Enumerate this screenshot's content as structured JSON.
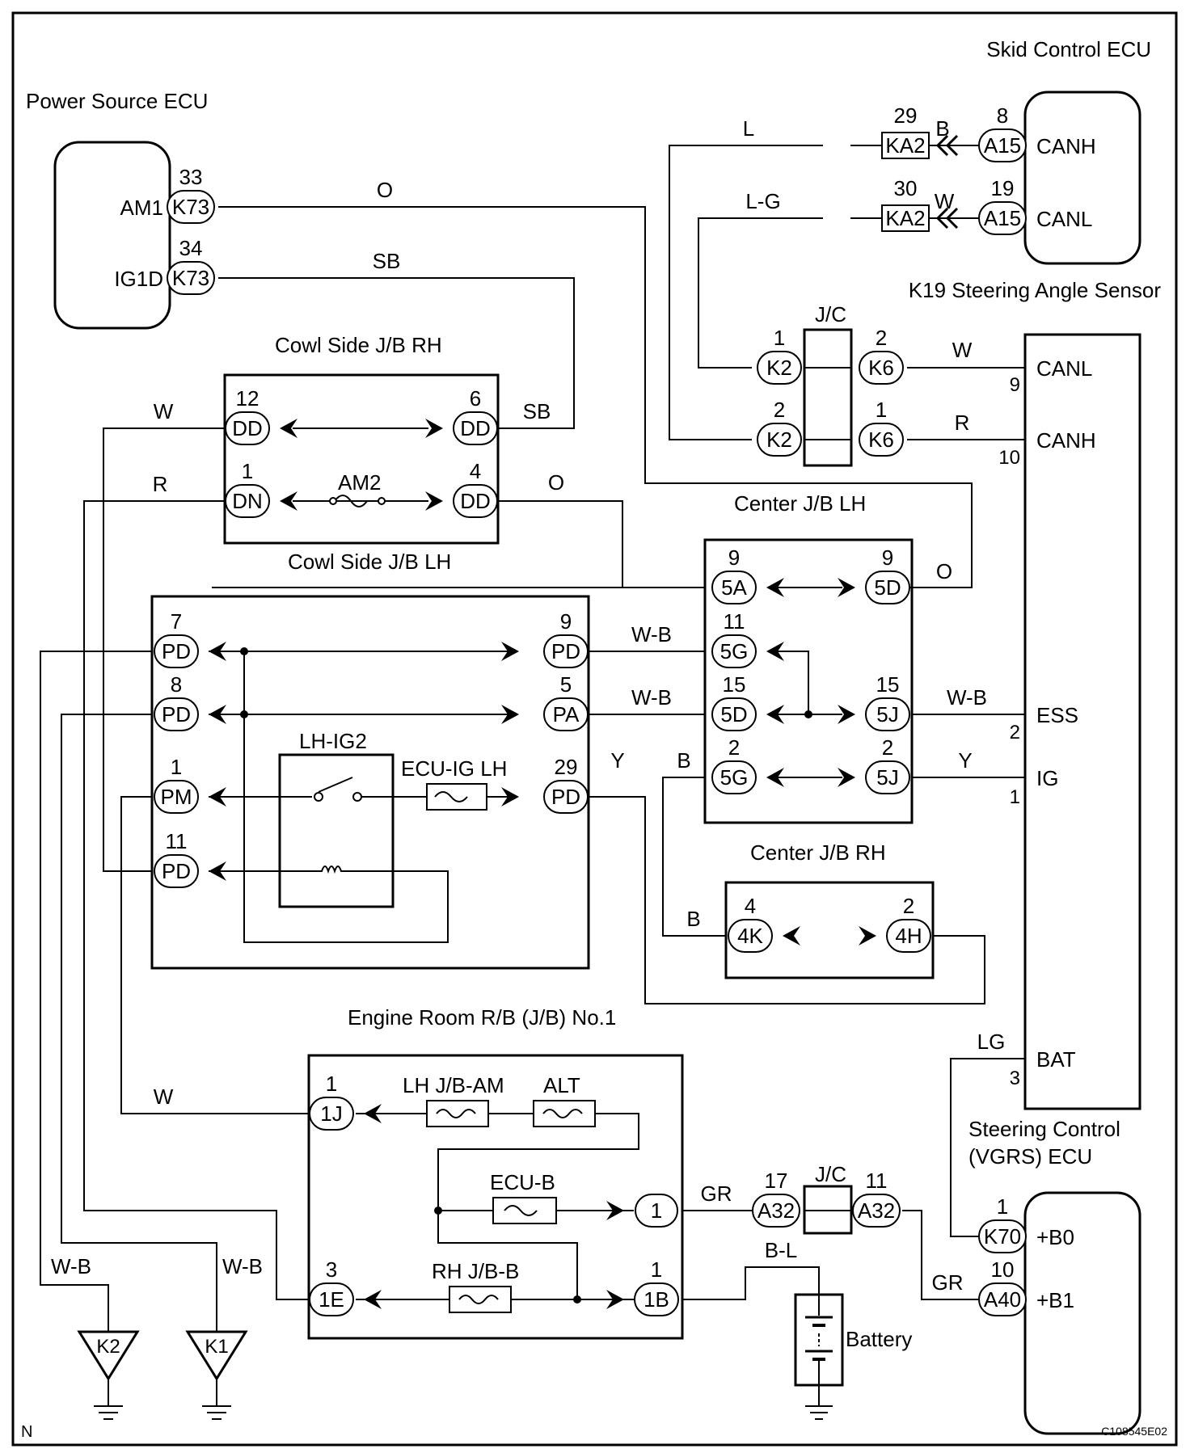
{
  "components": {
    "power_source_ecu": {
      "name": "Power Source ECU",
      "pins": {
        "am1": "AM1",
        "ig1d": "IG1D"
      }
    },
    "skid_control_ecu": {
      "name": "Skid Control ECU",
      "pins": {
        "canh": "CANH",
        "canl": "CANL"
      }
    },
    "steering_angle_sensor": {
      "name": "K19 Steering Angle Sensor"
    },
    "steering_control_ecu": {
      "name1": "Steering Control",
      "name2": "(VGRS) ECU",
      "pins": {
        "canl": "CANL",
        "canh": "CANH",
        "ess": "ESS",
        "ig": "IG",
        "bat": "BAT",
        "b0": "+B0",
        "b1": "+B1"
      },
      "pin_numbers": {
        "canl": "9",
        "canh": "10",
        "ess": "2",
        "ig": "1",
        "bat": "3"
      }
    },
    "cowl_rh": {
      "name": "Cowl Side J/B RH"
    },
    "cowl_lh": {
      "name": "Cowl Side J/B LH"
    },
    "center_lh": {
      "name": "Center J/B LH"
    },
    "center_rh": {
      "name": "Center J/B RH"
    },
    "engine_room_rb": {
      "name": "Engine Room R/B (J/B) No.1"
    },
    "jc": {
      "name": "J/C"
    },
    "battery": {
      "name": "Battery"
    }
  },
  "relays": {
    "lh_ig2": "LH-IG2"
  },
  "fuses": {
    "am2": "AM2",
    "ecu_ig_lh": "ECU-IG LH",
    "lh_jb_am": "LH J/B-AM",
    "alt": "ALT",
    "ecu_b": "ECU-B",
    "rh_jb_b": "RH J/B-B"
  },
  "connectors": [
    {
      "code": "K73",
      "pin": "33"
    },
    {
      "code": "K73",
      "pin": "34"
    },
    {
      "code": "KA2",
      "pin": "29"
    },
    {
      "code": "KA2",
      "pin": "30"
    },
    {
      "code": "A15",
      "pin": "8"
    },
    {
      "code": "A15",
      "pin": "19"
    },
    {
      "code": "K2",
      "pin": "1"
    },
    {
      "code": "K6",
      "pin": "2"
    },
    {
      "code": "K2",
      "pin": "2"
    },
    {
      "code": "K6",
      "pin": "1"
    },
    {
      "code": "DD",
      "pin": "12"
    },
    {
      "code": "DD",
      "pin": "6"
    },
    {
      "code": "DN",
      "pin": "1"
    },
    {
      "code": "DD",
      "pin": "4"
    },
    {
      "code": "5A",
      "pin": "9"
    },
    {
      "code": "5D",
      "pin": "9"
    },
    {
      "code": "5G",
      "pin": "11"
    },
    {
      "code": "5D",
      "pin": "15"
    },
    {
      "code": "5J",
      "pin": "15"
    },
    {
      "code": "5G",
      "pin": "2"
    },
    {
      "code": "5J",
      "pin": "2"
    },
    {
      "code": "4K",
      "pin": "4"
    },
    {
      "code": "4H",
      "pin": "2"
    },
    {
      "code": "PD",
      "pin": "7"
    },
    {
      "code": "PD",
      "pin": "8"
    },
    {
      "code": "PM",
      "pin": "1"
    },
    {
      "code": "PD",
      "pin": "11"
    },
    {
      "code": "PD",
      "pin": "9"
    },
    {
      "code": "PA",
      "pin": "5"
    },
    {
      "code": "PD",
      "pin": "29"
    },
    {
      "code": "1J",
      "pin": "1"
    },
    {
      "code": "1E",
      "pin": "3"
    },
    {
      "code": "1",
      "pin": ""
    },
    {
      "code": "1B",
      "pin": "1"
    },
    {
      "code": "A32",
      "pin": "17"
    },
    {
      "code": "A32",
      "pin": "11"
    },
    {
      "code": "K70",
      "pin": "1"
    },
    {
      "code": "A40",
      "pin": "10"
    }
  ],
  "wire_colors": [
    {
      "label": "O"
    },
    {
      "label": "SB"
    },
    {
      "label": "L"
    },
    {
      "label": "B"
    },
    {
      "label": "L-G"
    },
    {
      "label": "W"
    },
    {
      "label": "W"
    },
    {
      "label": "R"
    },
    {
      "label": "W"
    },
    {
      "label": "SB"
    },
    {
      "label": "R"
    },
    {
      "label": "O"
    },
    {
      "label": "O"
    },
    {
      "label": "W-B"
    },
    {
      "label": "W-B"
    },
    {
      "label": "W-B"
    },
    {
      "label": "B"
    },
    {
      "label": "Y"
    },
    {
      "label": "Y"
    },
    {
      "label": "B"
    },
    {
      "label": "LG"
    },
    {
      "label": "W"
    },
    {
      "label": "GR"
    },
    {
      "label": "B-L"
    },
    {
      "label": "GR"
    },
    {
      "label": "W-B"
    },
    {
      "label": "W-B"
    }
  ],
  "grounds": [
    {
      "label": "K2"
    },
    {
      "label": "K1"
    }
  ],
  "corner": {
    "n": "N",
    "code": "C108545E02"
  }
}
